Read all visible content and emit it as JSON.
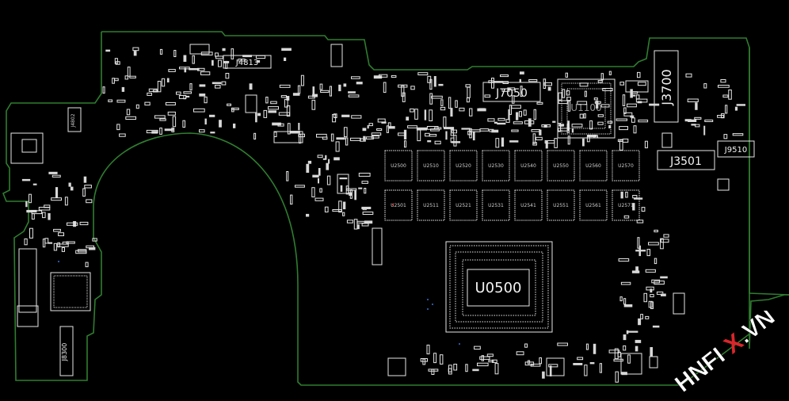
{
  "board": {
    "background": "#000000",
    "outline_color": "#2f7d2f",
    "component_color": "#e6e6e6"
  },
  "labels": {
    "u0500": "U0500",
    "j7050": "J7050",
    "u1100": "U1100",
    "j3700": "J3700",
    "j3501": "J3501",
    "j9510": "J9510",
    "j4813": "J4813",
    "j8300": "J8300",
    "j4802": "J4802"
  },
  "dram_top": [
    "U2500",
    "U2510",
    "U2520",
    "U2530",
    "U2540",
    "U2550",
    "U2560",
    "U2570"
  ],
  "dram_bottom": [
    "U2501",
    "U2511",
    "U2521",
    "U2531",
    "U2541",
    "U2551",
    "U2561",
    "U2571"
  ],
  "watermark": {
    "text_main": "HNFI",
    "text_x": "X",
    "text_tail": ".VN",
    "accent": "#d9262b"
  }
}
